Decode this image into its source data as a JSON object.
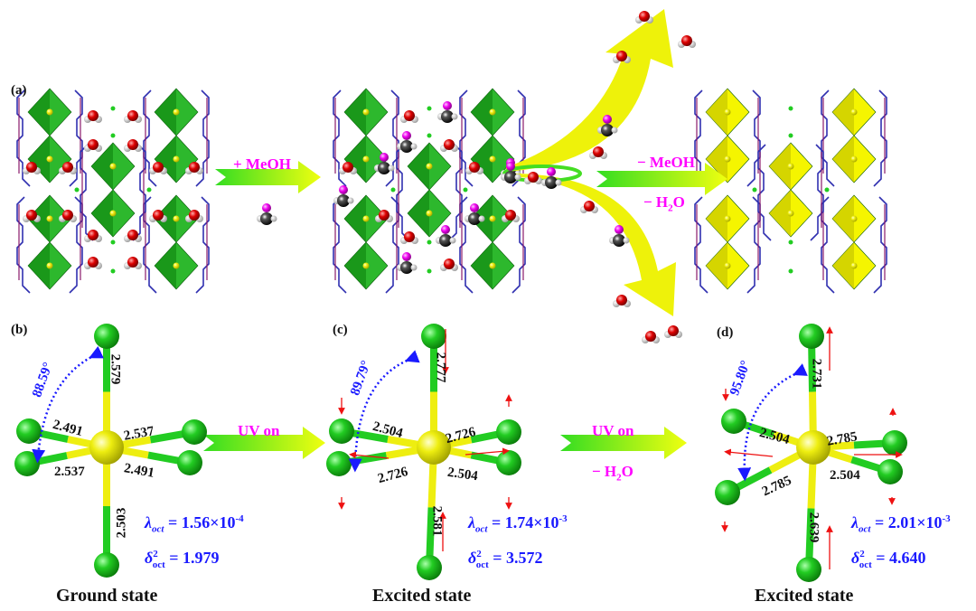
{
  "panels": {
    "a": "(a)",
    "b": "(b)",
    "c": "(c)",
    "d": "(d)"
  },
  "arrows": {
    "add_meoh": "+ MeOH",
    "remove_meoh": "− MeOH",
    "remove_h2o": {
      "pre": "− H",
      "sub": "2",
      "post": "O"
    },
    "uv_on_1": "UV on",
    "uv_on_2": "UV on",
    "remove_h2o_2": {
      "pre": "− H",
      "sub": "2",
      "post": "O"
    }
  },
  "ground": {
    "angle": "88.59°",
    "bonds": {
      "top": "2.579",
      "bottom": "2.503",
      "ul": "2.491",
      "ll": "2.537",
      "ur": "2.537",
      "lr": "2.491"
    },
    "lambda": {
      "sym": "λ",
      "sub": "oct",
      "val": "= 1.56×10",
      "exp": "-4"
    },
    "delta": {
      "sym": "δ",
      "sup": "2",
      "sub": "oct",
      "val": "= 1.979"
    },
    "state": "Ground state"
  },
  "excited1": {
    "angle": "89.79°",
    "bonds": {
      "top": "2.777",
      "bottom": "2.581",
      "ul": "2.504",
      "ll": "2.726",
      "ur": "2.726",
      "lr": "2.504"
    },
    "lambda": {
      "sym": "λ",
      "sub": "oct",
      "val": "= 1.74×10",
      "exp": "-3"
    },
    "delta": {
      "sym": "δ",
      "sup": "2",
      "sub": "oct",
      "val": "= 3.572"
    },
    "state": "Excited state"
  },
  "excited2": {
    "angle": "95.80°",
    "bonds": {
      "top": "2.731",
      "bottom": "2.639",
      "ul": "2.504",
      "ll": "2.785",
      "ur": "2.785",
      "lr": "2.504"
    },
    "lambda": {
      "sym": "λ",
      "sub": "oct",
      "val": "= 2.01×10",
      "exp": "-3"
    },
    "delta": {
      "sym": "δ",
      "sup": "2",
      "sub": "oct",
      "val": "= 4.640"
    },
    "state": "Excited state"
  },
  "colors": {
    "cl": "#22cc22",
    "metal": "#f2f200",
    "bond_label": "#111111",
    "param": "#1a1aff",
    "reagent": "#ff00ff",
    "oxygen": "#dd0000",
    "carbon": "#222222"
  }
}
